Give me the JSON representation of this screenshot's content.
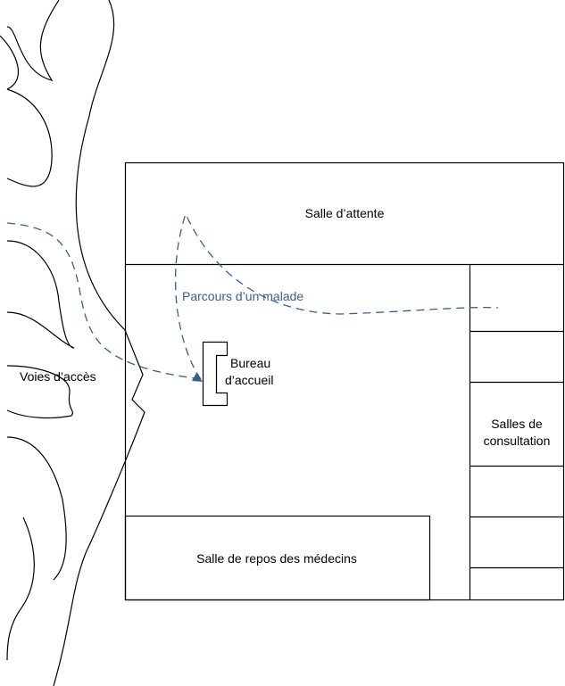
{
  "labels": {
    "waiting_room": "Salle d’attente",
    "patient_path": "Parcours d’un malade",
    "reception_line1": "Bureau",
    "reception_line2": "d’accueil",
    "access_roads": "Voies d’accès",
    "consultation_line1": "Salles de",
    "consultation_line2": "consultation",
    "doctors_rest_room": "Salle de repos des médecins"
  },
  "colors": {
    "path": "#3a5f8c",
    "lines": "#000000"
  }
}
